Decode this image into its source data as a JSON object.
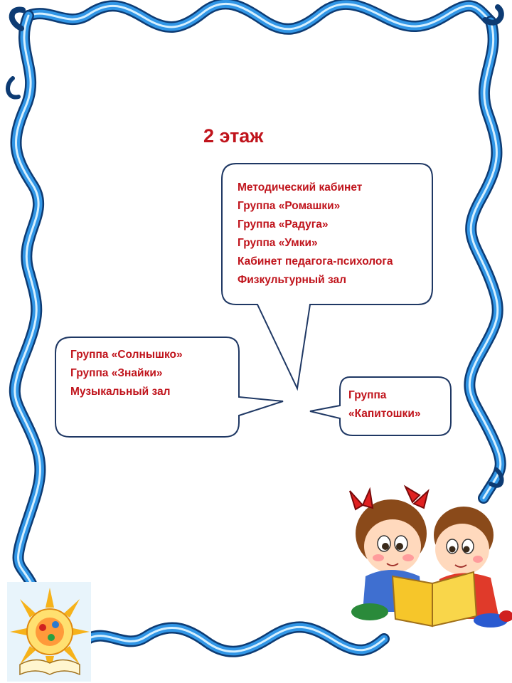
{
  "title": "2 этаж",
  "top_bubble": {
    "lines": [
      "Методический кабинет",
      "Группа  «Ромашки»",
      "Группа  «Радуга»",
      "Группа  «Умки»",
      "Кабинет  педагога-психолога",
      "Физкультурный зал"
    ]
  },
  "left_bubble": {
    "lines": [
      "Группа «Солнышко»",
      "Группа «Знайки»",
      "Музыкальный зал"
    ]
  },
  "right_bubble": {
    "lines": [
      "Группа",
      "«Капитошки»"
    ]
  },
  "colors": {
    "text": "#c0141c",
    "bubble_stroke": "#1f3864",
    "frame_blue": "#2f8fe0",
    "frame_light": "#bfe6ff"
  },
  "decorations": {
    "frame": "wavy-blue-ribbon-frame",
    "kids_illustration": "two-children-reading-book-illustration",
    "logo": "sun-logo-with-open-book"
  }
}
